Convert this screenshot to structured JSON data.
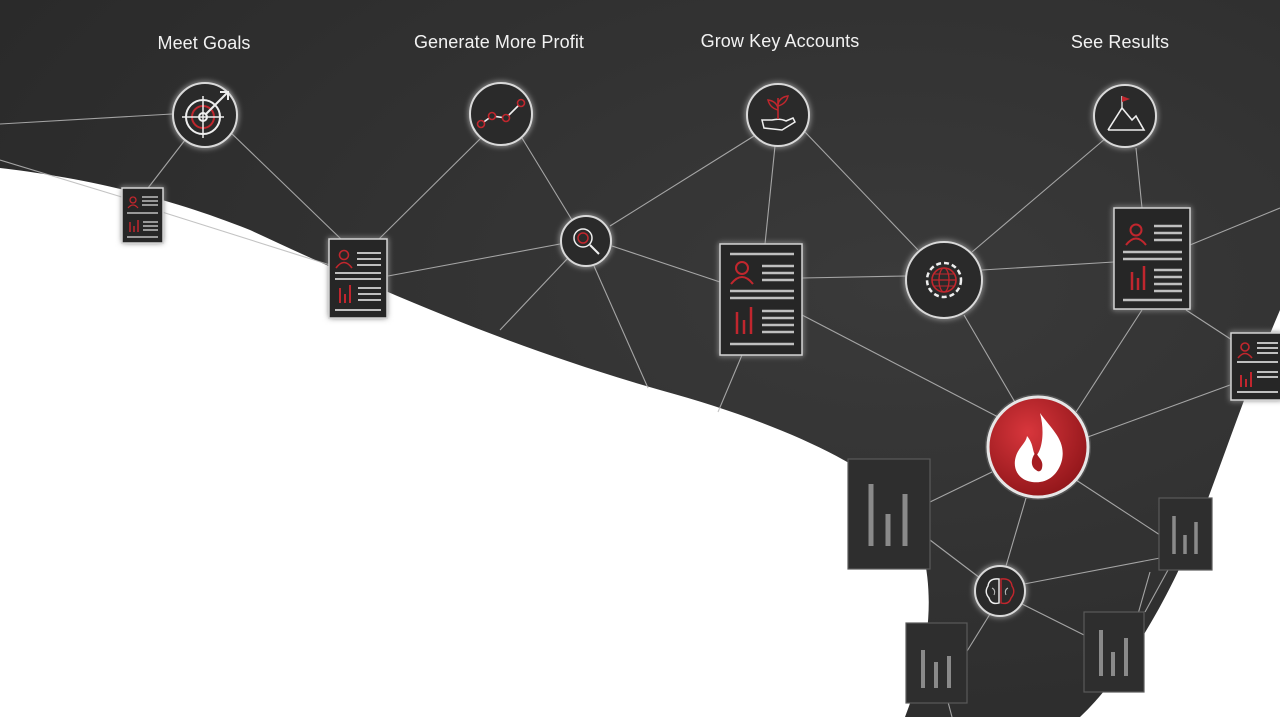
{
  "headings": {
    "goal_1": "Meet Goals",
    "goal_2": "Generate More Profit",
    "goal_3": "Grow Key Accounts",
    "goal_4": "See Results"
  },
  "icons": {
    "goal_1": "target-arrow-icon",
    "goal_2": "trend-line-icon",
    "goal_3": "hand-plant-icon",
    "goal_4": "mountain-flag-icon",
    "search": "magnifier-icon",
    "globe": "globe-gear-icon",
    "brain": "brain-icon",
    "center": "flame-logo-icon"
  },
  "colors": {
    "background": "#2f2f2f",
    "accent": "#c1272d",
    "line": "#bfbfbf",
    "node": "#262626"
  }
}
